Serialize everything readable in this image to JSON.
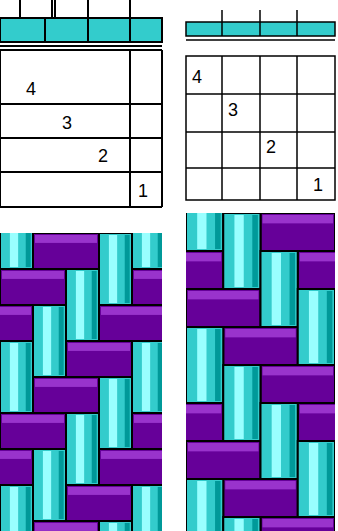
{
  "diagram": {
    "labels": [
      "4",
      "3",
      "2",
      "1",
      "4",
      "3",
      "2",
      "1"
    ]
  }
}
